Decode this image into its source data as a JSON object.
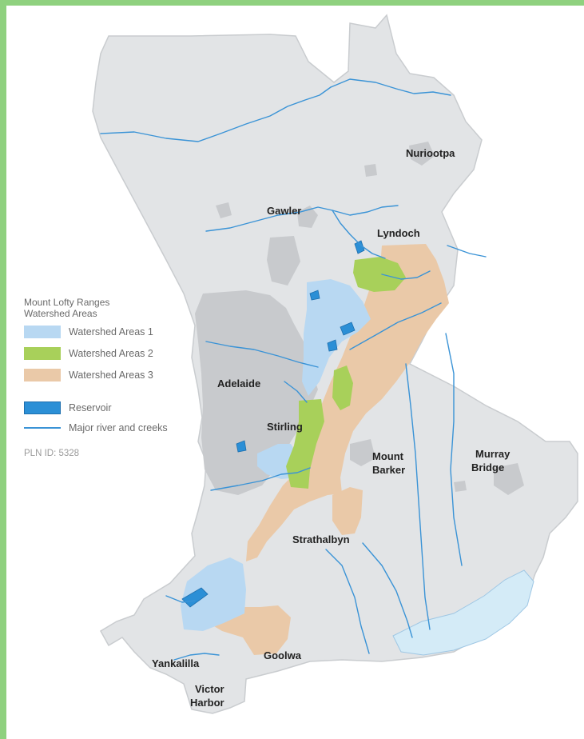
{
  "legend": {
    "title_line1": "Mount Lofty Ranges",
    "title_line2": "Watershed Areas",
    "items": [
      {
        "label": "Watershed Areas 1",
        "color": "#b8d8f2"
      },
      {
        "label": "Watershed Areas 2",
        "color": "#a8d05a"
      },
      {
        "label": "Watershed Areas 3",
        "color": "#eac9a8"
      },
      {
        "label": "Reservoir",
        "color": "#2b8fd6"
      },
      {
        "label": "Major river and creeks",
        "color": "#3a93d6"
      }
    ],
    "plan_id": "PLN ID: 5328"
  },
  "towns": {
    "nuriootpa": "Nuriootpa",
    "gawler": "Gawler",
    "lyndoch": "Lyndoch",
    "adelaide": "Adelaide",
    "stirling": "Stirling",
    "mount_barker_1": "Mount",
    "mount_barker_2": "Barker",
    "murray_bridge_1": "Murray",
    "murray_bridge_2": "Bridge",
    "strathalbyn": "Strathalbyn",
    "yankalilla": "Yankalilla",
    "goolwa": "Goolwa",
    "victor_harbor_1": "Victor",
    "victor_harbor_2": "Harbor"
  },
  "colors": {
    "frame": "#8fd17f",
    "land": "#e2e4e6",
    "land_border": "#c9cccf",
    "urban": "#c8cacd",
    "lake": "#d4ebf7",
    "river": "#3a93d6"
  }
}
